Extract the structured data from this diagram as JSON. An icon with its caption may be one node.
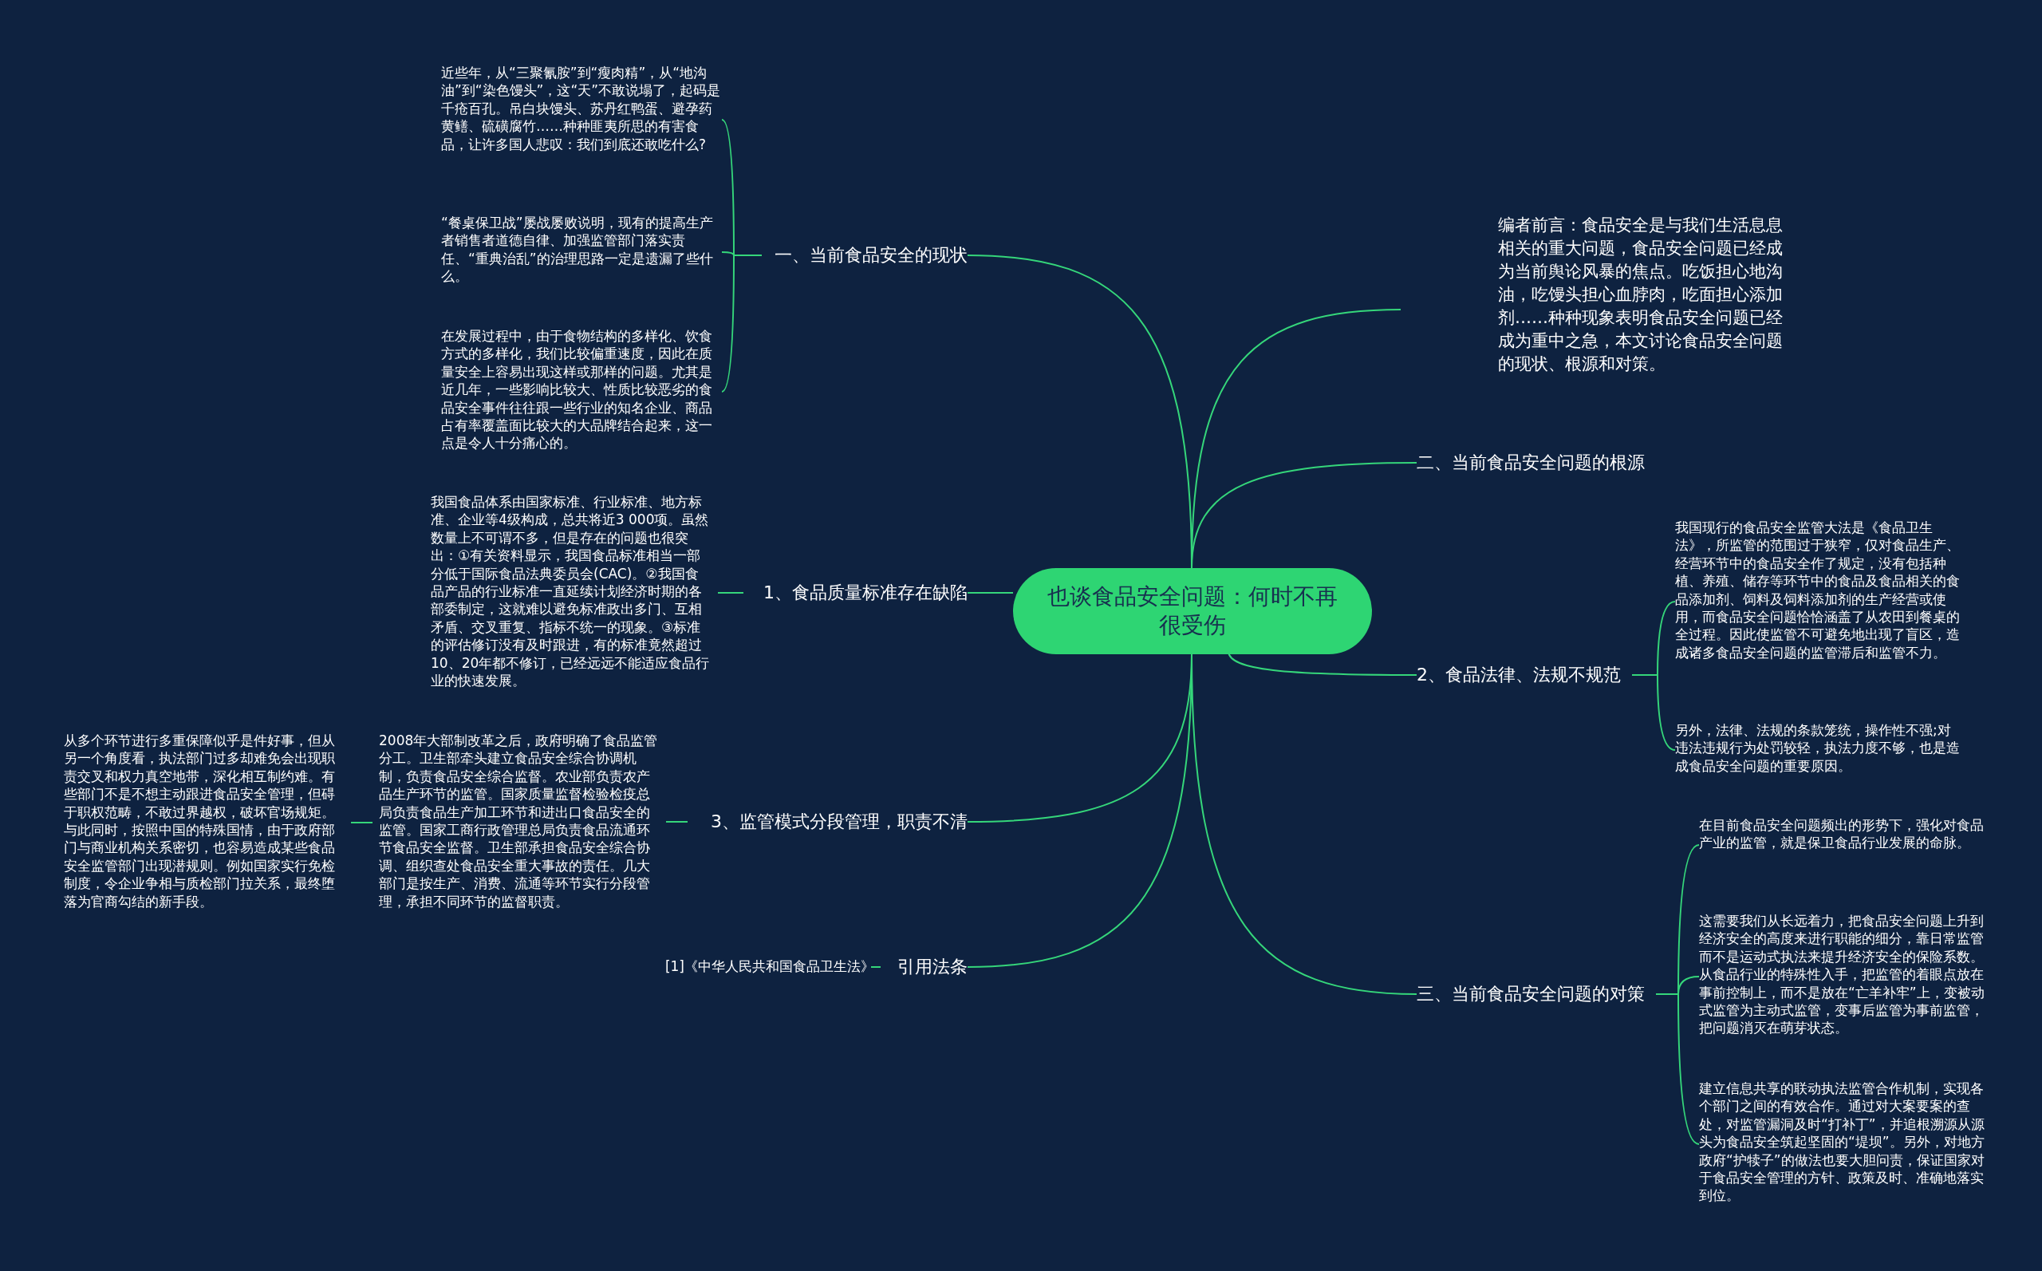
{
  "diagram": {
    "nodes": [
      {
        "text": [
          "也谈食品安全问题：何时不再很受伤"
        ]
      },
      {
        "text": [
          "编者前言：食品安全是与我们生活息息相关的重大问题，食品安全问题已经成为当前舆论风暴的焦点。吃饭担心地沟油，吃馒头担心血脖肉，吃面担心添加剂……种种现象表明食品安全问题已经成为重中之急，本文讨论食品安全问题的现状、根源和对策。"
        ]
      },
      {
        "text": [
          "二、当前食品安全问题的根源"
        ]
      },
      {
        "text": [
          "2、食品法律、法规不规范"
        ]
      },
      {
        "text": [
          "我国现行的食品安全监管大法是《食品卫生法》，所监管的范围过于狭窄，仅对食品生产、经营环节中的食品安全作了规定，没有包括种植、养殖、储存等环节中的食品及食品相关的食品添加剂、饲料及饲料添加剂的生产经营或使用，而食品安全问题恰恰涵盖了从农田到餐桌的全过程。因此使监管不可避免地出现了盲区，造成诸多食品安全问题的监管滞后和监管不力。"
        ]
      },
      {
        "text": [
          "另外，法律、法规的条款笼统，操作性不强;对违法违规行为处罚较轻，执法力度不够，也是造成食品安全问题的重要原因。"
        ]
      },
      {
        "text": [
          "三、当前食品安全问题的对策"
        ]
      },
      {
        "text": [
          "在目前食品安全问题频出的形势下，强化对食品产业的监管，就是保卫食品行业发展的命脉。"
        ]
      },
      {
        "text": [
          "这需要我们从长远着力，把食品安全问题上升到经济安全的高度来进行职能的细分，靠日常监管而不是运动式执法来提升经济安全的保险系数。从食品行业的特殊性入手，把监管的着眼点放在事前控制上，而不是放在“亡羊补牢”上，变被动式监管为主动式监管，变事后监管为事前监管，把问题消灭在萌芽状态。"
        ]
      },
      {
        "text": [
          "建立信息共享的联动执法监管合作机制，实现各个部门之间的有效合作。通过对大案要案的查处，对监管漏洞及时“打补丁”，并追根溯源从源头为食品安全筑起坚固的“堤坝”。另外，对地方政府“护犊子”的做法也要大胆问责，保证国家对于食品安全管理的方针、政策及时、准确地落实到位。"
        ]
      },
      {
        "text": [
          "一、当前食品安全的现状"
        ]
      },
      {
        "text": [
          "近些年，从“三聚氰胺”到“瘦肉精”，从“地沟油”到“染色馒头”，这“天”不敢说塌了，起码是千疮百孔。吊白块馒头、苏丹红鸭蛋、避孕药黄鳝、硫磺腐竹……种种匪夷所思的有害食品，让许多国人悲叹：我们到底还敢吃什么?"
        ]
      },
      {
        "text": [
          "“餐桌保卫战”屡战屡败说明，现有的提高生产者销售者道德自律、加强监管部门落实责任、“重典治乱”的治理思路一定是遗漏了些什么。"
        ]
      },
      {
        "text": [
          "在发展过程中，由于食物结构的多样化、饮食方式的多样化，我们比较偏重速度，因此在质量安全上容易出现这样或那样的问题。尤其是近几年，一些影响比较大、性质比较恶劣的食品安全事件往往跟一些行业的知名企业、商品占有率覆盖面比较大的大品牌结合起来，这一点是令人十分痛心的。"
        ]
      },
      {
        "text": [
          "1、食品质量标准存在缺陷"
        ]
      },
      {
        "text": [
          "我国食品体系由国家标准、行业标准、地方标准、企业等4级构成，总共将近3 000项。虽然数量上不可谓不多，但是存在的问题也很突出：①有关资料显示，我国食品标准相当一部分低于国际食品法典委员会(CAC)。②我国食品产品的行业标准一直延续计划经济时期的各部委制定，这就难以避免标准政出多门、互相矛盾、交叉重复、指标不统一的现象。③标准的评估修订没有及时跟进，有的标准竟然超过10、20年都不修订，已经远远不能适应食品行业的快速发展。"
        ]
      },
      {
        "text": [
          "3、监管模式分段管理，职责不清"
        ]
      },
      {
        "text": [
          "2008年大部制改革之后，政府明确了食品监管分工。卫生部牵头建立食品安全综合协调机制，负责食品安全综合监督。农业部负责农产品生产环节的监管。国家质量监督检验检疫总局负责食品生产加工环节和进出口食品安全的监管。国家工商行政管理总局负责食品流通环节食品安全监督。卫生部承担食品安全综合协调、组织查处食品安全重大事故的责任。几大部门是按生产、消费、流通等环节实行分段管理，承担不同环节的监督职责。"
        ]
      },
      {
        "text": [
          "从多个环节进行多重保障似乎是件好事，但从另一个角度看，执法部门过多却难免会出现职责交叉和权力真空地带，深化相互制约难。有些部门不是不想主动跟进食品安全管理，但碍于职权范畴，不敢过界越权，破坏官场规矩。与此同时，按照中国的特殊国情，由于政府部门与商业机构关系密切，也容易造成某些食品安全监管部门出现潜规则。例如国家实行免检制度，令企业争相与质检部门拉关系，最终堕落为官商勾结的新手段。"
        ]
      },
      {
        "text": [
          "引用法条"
        ]
      },
      {
        "text": [
          "[1]《中华人民共和国食品卫生法》"
        ]
      }
    ],
    "edges": [
      {
        "from": 0,
        "to": 1,
        "arrow": "none"
      },
      {
        "from": 0,
        "to": 2,
        "arrow": "none"
      },
      {
        "from": 0,
        "to": 3,
        "arrow": "none"
      },
      {
        "from": 3,
        "to": 4,
        "arrow": "none"
      },
      {
        "from": 3,
        "to": 5,
        "arrow": "none"
      },
      {
        "from": 0,
        "to": 6,
        "arrow": "none"
      },
      {
        "from": 6,
        "to": 7,
        "arrow": "none"
      },
      {
        "from": 6,
        "to": 8,
        "arrow": "none"
      },
      {
        "from": 6,
        "to": 9,
        "arrow": "none"
      },
      {
        "from": 0,
        "to": 10,
        "arrow": "none"
      },
      {
        "from": 10,
        "to": 11,
        "arrow": "none"
      },
      {
        "from": 10,
        "to": 12,
        "arrow": "none"
      },
      {
        "from": 10,
        "to": 13,
        "arrow": "none"
      },
      {
        "from": 0,
        "to": 14,
        "arrow": "none"
      },
      {
        "from": 14,
        "to": 15,
        "arrow": "none"
      },
      {
        "from": 0,
        "to": 16,
        "arrow": "none"
      },
      {
        "from": 16,
        "to": 17,
        "arrow": "none"
      },
      {
        "from": 17,
        "to": 18,
        "arrow": "none"
      },
      {
        "from": 0,
        "to": 19,
        "arrow": "none"
      },
      {
        "from": 19,
        "to": 20,
        "arrow": "none"
      }
    ]
  }
}
